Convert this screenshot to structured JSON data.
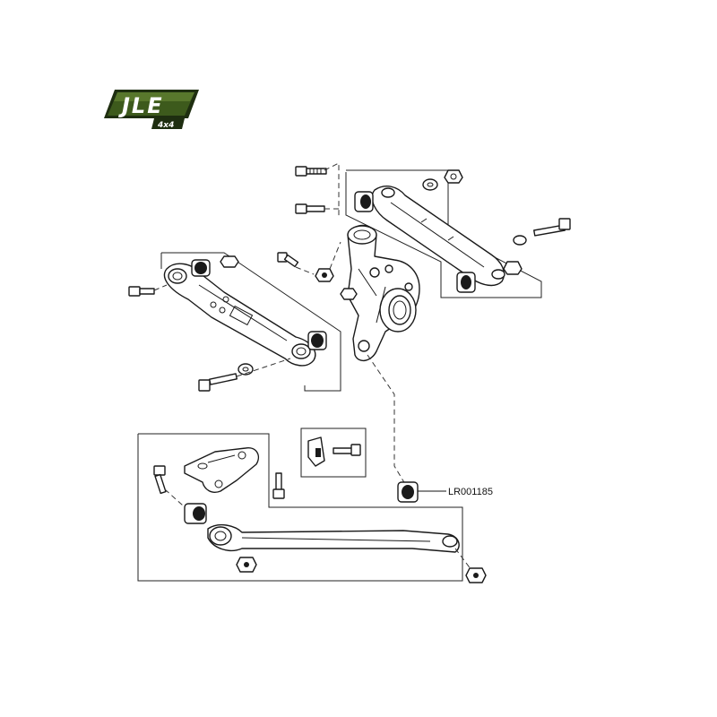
{
  "brand": {
    "logo_text": "JLE",
    "logo_subtext": "4x4",
    "logo_color": "#3d5a1c",
    "logo_dark": "#1e2e10"
  },
  "callouts": [
    {
      "label": "LR001185"
    }
  ],
  "colors": {
    "line": "#1a1a1a",
    "background": "#ffffff"
  }
}
